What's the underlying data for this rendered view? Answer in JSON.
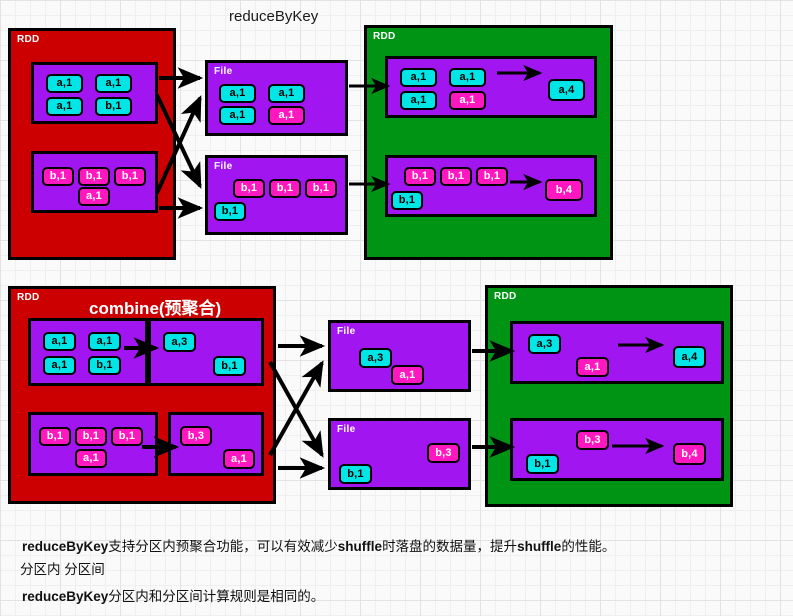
{
  "page_title": "reduceByKey",
  "labels": {
    "rdd": "RDD",
    "file": "File",
    "combine_title": "combine(预聚合)"
  },
  "colors": {
    "rdd_source": "#cc0000",
    "rdd_result": "#009415",
    "partition": "#a116f0",
    "chip_cyan": "#00e5e5",
    "chip_magenta": "#ff18c0",
    "arrow": "#000000",
    "background": "#fafafa"
  },
  "top_flow": {
    "source_rdd": {
      "label": "RDD",
      "partitions": [
        {
          "chips": [
            {
              "text": "a,1",
              "color": "cyan"
            },
            {
              "text": "a,1",
              "color": "cyan"
            },
            {
              "text": "a,1",
              "color": "cyan"
            },
            {
              "text": "b,1",
              "color": "cyan"
            }
          ]
        },
        {
          "chips": [
            {
              "text": "b,1",
              "color": "magenta"
            },
            {
              "text": "b,1",
              "color": "magenta"
            },
            {
              "text": "b,1",
              "color": "magenta"
            },
            {
              "text": "a,1",
              "color": "magenta"
            }
          ]
        }
      ]
    },
    "shuffle_files": [
      {
        "label": "File",
        "chips": [
          {
            "text": "a,1",
            "color": "cyan"
          },
          {
            "text": "a,1",
            "color": "cyan"
          },
          {
            "text": "a,1",
            "color": "cyan"
          },
          {
            "text": "a,1",
            "color": "magenta"
          }
        ]
      },
      {
        "label": "File",
        "chips": [
          {
            "text": "b,1",
            "color": "magenta"
          },
          {
            "text": "b,1",
            "color": "magenta"
          },
          {
            "text": "b,1",
            "color": "magenta"
          },
          {
            "text": "b,1",
            "color": "cyan"
          }
        ]
      }
    ],
    "result_rdd": {
      "label": "RDD",
      "partitions": [
        {
          "chips": [
            {
              "text": "a,1",
              "color": "cyan"
            },
            {
              "text": "a,1",
              "color": "cyan"
            },
            {
              "text": "a,1",
              "color": "cyan"
            },
            {
              "text": "a,1",
              "color": "magenta"
            }
          ],
          "result": {
            "text": "a,4",
            "color": "cyan"
          }
        },
        {
          "chips": [
            {
              "text": "b,1",
              "color": "magenta"
            },
            {
              "text": "b,1",
              "color": "magenta"
            },
            {
              "text": "b,1",
              "color": "magenta"
            },
            {
              "text": "b,1",
              "color": "cyan"
            }
          ],
          "result": {
            "text": "b,4",
            "color": "magenta"
          }
        }
      ]
    }
  },
  "bottom_flow": {
    "source_rdd": {
      "label": "RDD",
      "title": "combine(预聚合)",
      "partitions": [
        {
          "before": [
            {
              "text": "a,1",
              "color": "cyan"
            },
            {
              "text": "a,1",
              "color": "cyan"
            },
            {
              "text": "a,1",
              "color": "cyan"
            },
            {
              "text": "b,1",
              "color": "cyan"
            }
          ],
          "after": [
            {
              "text": "a,3",
              "color": "cyan"
            },
            {
              "text": "b,1",
              "color": "cyan"
            }
          ]
        },
        {
          "before": [
            {
              "text": "b,1",
              "color": "magenta"
            },
            {
              "text": "b,1",
              "color": "magenta"
            },
            {
              "text": "b,1",
              "color": "magenta"
            },
            {
              "text": "a,1",
              "color": "magenta"
            }
          ],
          "after": [
            {
              "text": "b,3",
              "color": "magenta"
            },
            {
              "text": "a,1",
              "color": "magenta"
            }
          ]
        }
      ]
    },
    "shuffle_files": [
      {
        "label": "File",
        "chips": [
          {
            "text": "a,3",
            "color": "cyan"
          },
          {
            "text": "a,1",
            "color": "magenta"
          }
        ]
      },
      {
        "label": "File",
        "chips": [
          {
            "text": "b,3",
            "color": "magenta"
          },
          {
            "text": "b,1",
            "color": "cyan"
          }
        ]
      }
    ],
    "result_rdd": {
      "label": "RDD",
      "partitions": [
        {
          "chips": [
            {
              "text": "a,3",
              "color": "cyan"
            },
            {
              "text": "a,1",
              "color": "magenta"
            }
          ],
          "result": {
            "text": "a,4",
            "color": "cyan"
          }
        },
        {
          "chips": [
            {
              "text": "b,3",
              "color": "magenta"
            },
            {
              "text": "b,1",
              "color": "cyan"
            }
          ],
          "result": {
            "text": "b,4",
            "color": "magenta"
          }
        }
      ]
    }
  },
  "caption": {
    "line1": "reduceByKey支持分区内预聚合功能，可以有效减少shuffle时落盘的数据量，提升shuffle的性能。",
    "line1_parts": {
      "bold1": "reduceByKey",
      "mid1": "支持分区内预聚合功能，可以有效减少",
      "bold2": "shuffle",
      "mid2": "时落盘的数据量，提升",
      "bold3": "shuffle",
      "tail": "的性能。"
    },
    "line2": "分区内  分区间",
    "line3_parts": {
      "bold1": "reduceByKey",
      "tail": "分区内和分区间计算规则是相同的。"
    },
    "line3": "reduceByKey分区内和分区间计算规则是相同的。"
  }
}
